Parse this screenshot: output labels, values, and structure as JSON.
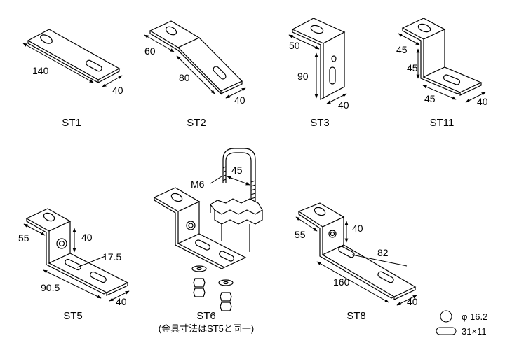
{
  "parts": [
    {
      "label": "ST1",
      "dims": [
        "140",
        "40"
      ]
    },
    {
      "label": "ST2",
      "dims": [
        "60",
        "80",
        "40"
      ]
    },
    {
      "label": "ST3",
      "dims": [
        "50",
        "90",
        "40"
      ]
    },
    {
      "label": "ST11",
      "dims": [
        "45",
        "45",
        "45",
        "40"
      ]
    },
    {
      "label": "ST5",
      "dims": [
        "55",
        "40",
        "17.5",
        "90.5",
        "40"
      ]
    },
    {
      "label": "ST6",
      "dims": [
        "M6",
        "45"
      ],
      "note": "(金具寸法はST5と同一)"
    },
    {
      "label": "ST8",
      "dims": [
        "55",
        "40",
        "82",
        "160",
        "40"
      ]
    }
  ],
  "legend": {
    "hole": "φ 16.2",
    "slot": "31×11"
  }
}
